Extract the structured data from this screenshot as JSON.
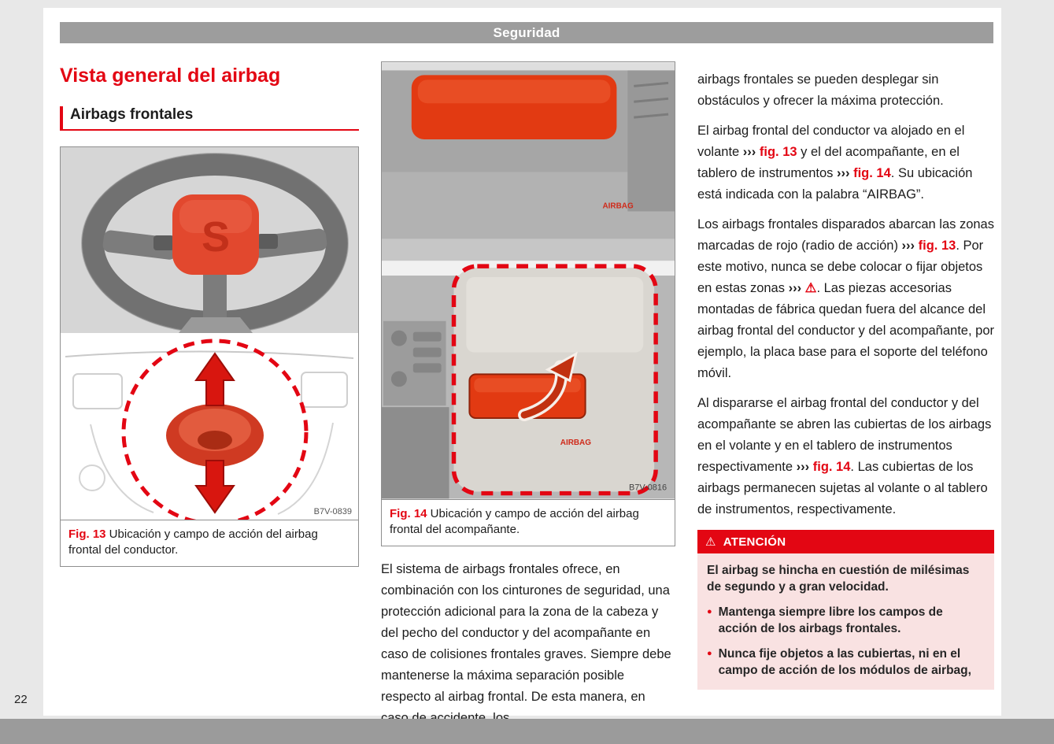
{
  "header": {
    "title": "Seguridad"
  },
  "footer": {
    "page_number": "22"
  },
  "left_column": {
    "title": "Vista general del airbag",
    "subtitle": "Airbags frontales",
    "figure13": {
      "logo_letter": "S",
      "code": "B7V-0839",
      "caption": [
        {
          "text": "Fig. 13",
          "style": "ref"
        },
        {
          "text": "  Ubicación y campo de acción del airbag frontal del conductor.",
          "style": "plain"
        }
      ]
    }
  },
  "middle_column": {
    "figure14": {
      "airbag_label": "AIRBAG",
      "code": "B7V-0816",
      "caption": [
        {
          "text": "Fig. 14",
          "style": "ref"
        },
        {
          "text": "  Ubicación y campo de acción del airbag frontal del acompañante.",
          "style": "plain"
        }
      ]
    },
    "paragraph": [
      {
        "text": "El sistema de airbags frontales ofrece, en combinación con los cinturones de seguridad, una protección adicional para la zona de la cabeza y del pecho del conductor y del acompañante en caso de colisiones frontales graves. Siempre debe mantenerse la máxima separación posible respecto al airbag frontal. De esta manera, en caso de accidente, los",
        "style": "plain"
      }
    ]
  },
  "right_column": {
    "paragraphs": [
      [
        {
          "text": "airbags frontales se pueden desplegar sin obstáculos y ofrecer la máxima protección.",
          "style": "plain"
        }
      ],
      [
        {
          "text": "El airbag frontal del conductor va alojado en el volante ",
          "style": "plain"
        },
        {
          "text": "››› ",
          "style": "chevron"
        },
        {
          "text": "fig. 13",
          "style": "ref"
        },
        {
          "text": " y el del acompañante, en el tablero de instrumentos ",
          "style": "plain"
        },
        {
          "text": "››› ",
          "style": "chevron"
        },
        {
          "text": "fig. 14",
          "style": "ref"
        },
        {
          "text": ". Su ubicación está indicada con la palabra “AIRBAG”.",
          "style": "plain"
        }
      ],
      [
        {
          "text": "Los airbags frontales disparados abarcan las zonas marcadas de rojo (radio de acción) ",
          "style": "plain"
        },
        {
          "text": "››› ",
          "style": "chevron"
        },
        {
          "text": "fig. 13",
          "style": "ref"
        },
        {
          "text": ". Por este motivo, nunca se debe colocar o fijar objetos en estas zonas ",
          "style": "plain"
        },
        {
          "text": "››› ",
          "style": "chevron"
        },
        {
          "text": "⚠",
          "style": "warn"
        },
        {
          "text": ". Las piezas accesorias montadas de fábrica quedan fuera del alcance del airbag frontal del conductor y del acompañante, por ejemplo, la placa base para el soporte del teléfono móvil.",
          "style": "plain"
        }
      ],
      [
        {
          "text": "Al dispararse el airbag frontal del conductor y del acompañante se abren las cubiertas de los airbags en el volante y en el tablero de instrumentos respectivamente ",
          "style": "plain"
        },
        {
          "text": "››› ",
          "style": "chevron"
        },
        {
          "text": "fig. 14",
          "style": "ref"
        },
        {
          "text": ". Las cubiertas de los airbags permanecen sujetas al volante o al tablero de instrumentos, respectivamente.",
          "style": "plain"
        }
      ]
    ],
    "warning": {
      "icon": "⚠",
      "title": "ATENCIÓN",
      "bullet_icon": "●",
      "intro": "El airbag se hincha en cuestión de milésimas de segundo y a gran velocidad.",
      "bullets": [
        "Mantenga siempre libre los campos de acción de los airbags frontales.",
        "Nunca fije objetos a las cubiertas, ni en el campo de acción de los módulos de airbag,"
      ]
    }
  },
  "colors": {
    "brand_red": "#e30613",
    "warning_body_bg": "#f9e2e2",
    "header_gray": "#9d9d9d"
  }
}
